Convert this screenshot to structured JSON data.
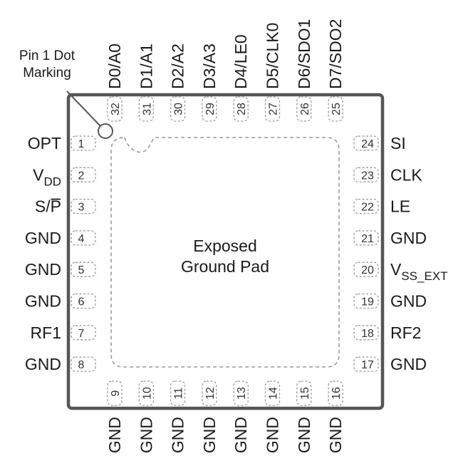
{
  "callout": {
    "line1": "Pin 1 Dot",
    "line2": "Marking"
  },
  "pad": {
    "line1": "Exposed",
    "line2": "Ground Pad"
  },
  "pins": {
    "left": [
      {
        "num": "1",
        "label": "OPT"
      },
      {
        "num": "2",
        "label": "V",
        "sub": "DD"
      },
      {
        "num": "3",
        "label": "S/",
        "overline": "P"
      },
      {
        "num": "4",
        "label": "GND"
      },
      {
        "num": "5",
        "label": "GND"
      },
      {
        "num": "6",
        "label": "GND"
      },
      {
        "num": "7",
        "label": "RF1"
      },
      {
        "num": "8",
        "label": "GND"
      }
    ],
    "bottom": [
      {
        "num": "9",
        "label": "GND"
      },
      {
        "num": "10",
        "label": "GND"
      },
      {
        "num": "11",
        "label": "GND"
      },
      {
        "num": "12",
        "label": "GND"
      },
      {
        "num": "13",
        "label": "GND"
      },
      {
        "num": "14",
        "label": "GND"
      },
      {
        "num": "15",
        "label": "GND"
      },
      {
        "num": "16",
        "label": "GND"
      }
    ],
    "right": [
      {
        "num": "17",
        "label": "GND"
      },
      {
        "num": "18",
        "label": "RF2"
      },
      {
        "num": "19",
        "label": "GND"
      },
      {
        "num": "20",
        "label": "V",
        "sub": "SS_EXT"
      },
      {
        "num": "21",
        "label": "GND"
      },
      {
        "num": "22",
        "label": "LE"
      },
      {
        "num": "23",
        "label": "CLK"
      },
      {
        "num": "24",
        "label": "SI"
      }
    ],
    "top": [
      {
        "num": "25",
        "label": "D7/SDO2"
      },
      {
        "num": "26",
        "label": "D6/SDO1"
      },
      {
        "num": "27",
        "label": "D5/CLK0"
      },
      {
        "num": "28",
        "label": "D4/LE0"
      },
      {
        "num": "29",
        "label": "D3/A3"
      },
      {
        "num": "30",
        "label": "D2/A2"
      },
      {
        "num": "31",
        "label": "D1/A1"
      },
      {
        "num": "32",
        "label": "D0/A0"
      }
    ]
  },
  "colors": {
    "outline": "#555555",
    "dashed": "#999999",
    "text": "#1a1a1a"
  }
}
